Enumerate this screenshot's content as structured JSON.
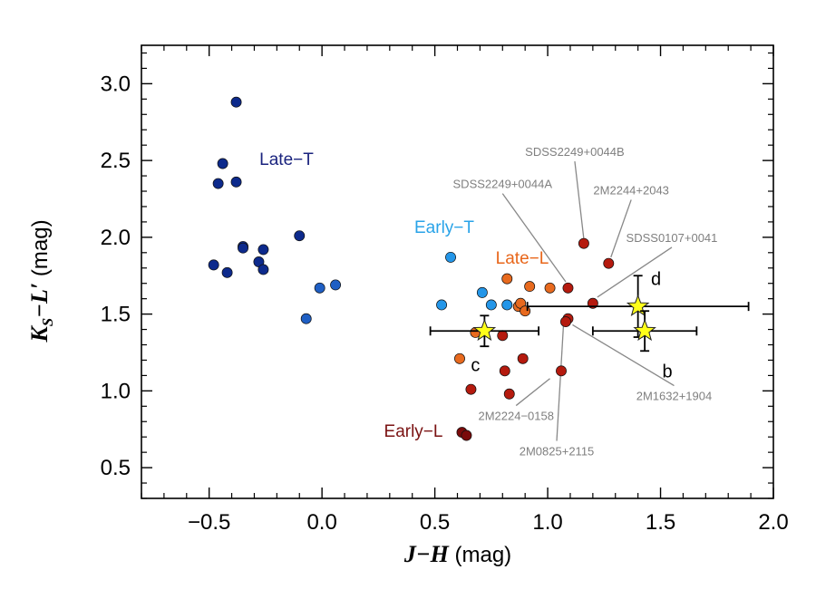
{
  "chart_data": {
    "type": "scatter",
    "xlabel_main": "J−H",
    "xlabel_unit": " (mag)",
    "ylabel_main_a": "K",
    "ylabel_sub": "S",
    "ylabel_main_b": "−L′",
    "ylabel_unit": " (mag)",
    "xlim": [
      -0.8,
      2.0
    ],
    "ylim": [
      0.3,
      3.25
    ],
    "xticks": [
      -0.5,
      0.0,
      0.5,
      1.0,
      1.5,
      2.0
    ],
    "xtick_labels": [
      "−0.5",
      "0.0",
      "0.5",
      "1.0",
      "1.5",
      "2.0"
    ],
    "yticks": [
      0.5,
      1.0,
      1.5,
      2.0,
      2.5,
      3.0
    ],
    "ytick_labels": [
      "0.5",
      "1.0",
      "1.5",
      "2.0",
      "2.5",
      "3.0"
    ],
    "grid": false,
    "group_labels": [
      {
        "text": "Late−T",
        "color": "#1a237e"
      },
      {
        "text": "Early−T",
        "color": "#29a3e8"
      },
      {
        "text": "Late−L",
        "color": "#e8661a"
      },
      {
        "text": "Early−L",
        "color": "#7a1212"
      }
    ],
    "series": [
      {
        "name": "Late−T",
        "color": "#0d2a8c",
        "points": [
          [
            -0.38,
            2.88
          ],
          [
            -0.44,
            2.48
          ],
          [
            -0.46,
            2.35
          ],
          [
            -0.38,
            2.36
          ],
          [
            -0.35,
            1.94
          ],
          [
            -0.35,
            1.93
          ],
          [
            -0.26,
            1.92
          ],
          [
            -0.28,
            1.84
          ],
          [
            -0.26,
            1.79
          ],
          [
            -0.48,
            1.82
          ],
          [
            -0.42,
            1.77
          ],
          [
            -0.1,
            2.01
          ]
        ]
      },
      {
        "name": "",
        "color": "#1f5fc4",
        "points": [
          [
            -0.07,
            1.47
          ],
          [
            -0.01,
            1.67
          ],
          [
            0.06,
            1.69
          ]
        ]
      },
      {
        "name": "Early−T",
        "color": "#2496e8",
        "points": [
          [
            0.57,
            1.87
          ],
          [
            0.53,
            1.56
          ],
          [
            0.71,
            1.64
          ],
          [
            0.75,
            1.56
          ],
          [
            0.82,
            1.56
          ]
        ]
      },
      {
        "name": "Late−L",
        "color": "#e86a1e",
        "points": [
          [
            0.82,
            1.73
          ],
          [
            0.92,
            1.68
          ],
          [
            1.01,
            1.67
          ],
          [
            0.87,
            1.55
          ],
          [
            0.88,
            1.57
          ],
          [
            0.9,
            1.52
          ],
          [
            0.68,
            1.38
          ],
          [
            0.61,
            1.21
          ]
        ]
      },
      {
        "name": "Early−L",
        "color": "#b51a0e",
        "points": [
          [
            1.16,
            1.96
          ],
          [
            1.27,
            1.83
          ],
          [
            1.09,
            1.67
          ],
          [
            1.2,
            1.57
          ],
          [
            1.09,
            1.47
          ],
          [
            1.08,
            1.45
          ],
          [
            0.8,
            1.36
          ],
          [
            0.89,
            1.21
          ],
          [
            0.81,
            1.13
          ],
          [
            1.06,
            1.13
          ],
          [
            0.66,
            1.01
          ],
          [
            0.83,
            0.98
          ]
        ]
      },
      {
        "name": "",
        "color": "#7a0a0a",
        "points": [
          [
            0.62,
            0.73
          ],
          [
            0.64,
            0.71
          ]
        ]
      }
    ],
    "companions": [
      {
        "label": "d",
        "x": 1.4,
        "y": 1.55,
        "xerr": 0.49,
        "yerr": 0.2,
        "label_dx": 0.08,
        "label_dy": 0.18
      },
      {
        "label": "b",
        "x": 1.43,
        "y": 1.39,
        "xerr": 0.23,
        "yerr": 0.13,
        "label_dx": 0.1,
        "label_dy": -0.26
      },
      {
        "label": "c",
        "x": 0.72,
        "y": 1.39,
        "xerr": 0.24,
        "yerr": 0.1,
        "label_dx": -0.04,
        "label_dy": -0.22
      }
    ],
    "object_labels": [
      {
        "text": "SDSS2249+0044B",
        "tx": 1.12,
        "ty": 2.53,
        "px": 1.16,
        "py": 1.99
      },
      {
        "text": "2M2244+2043",
        "tx": 1.37,
        "ty": 2.28,
        "px": 1.28,
        "py": 1.87
      },
      {
        "text": "SDSS2249+0044A",
        "tx": 0.8,
        "ty": 2.32,
        "px": 1.08,
        "py": 1.71
      },
      {
        "text": "SDSS0107+0041",
        "tx": 1.55,
        "ty": 1.97,
        "px": 1.22,
        "py": 1.61
      },
      {
        "text": "2M1632+1904",
        "tx": 1.56,
        "ty": 0.94,
        "px": 1.11,
        "py": 1.43
      },
      {
        "text": "2M2224−0158",
        "tx": 0.86,
        "ty": 0.81,
        "px": 1.01,
        "py": 1.08
      },
      {
        "text": "2M0825+2115",
        "tx": 1.04,
        "ty": 0.58,
        "px": 1.07,
        "py": 1.43
      }
    ]
  }
}
